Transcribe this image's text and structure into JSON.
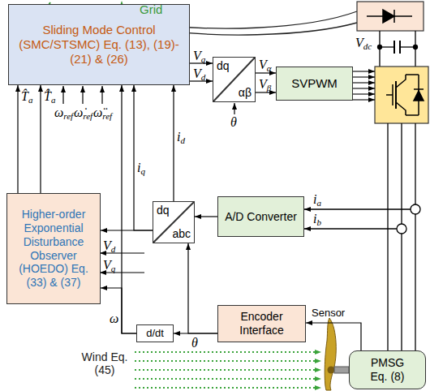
{
  "diagram": {
    "nodes": [
      {
        "text": [
          "Sliding Mode Control (SMC/STSMC) Eq. (13), (19)-(21) & (26)"
        ]
      },
      {
        "text": [
          "dq",
          "αβ"
        ]
      },
      {
        "text": [
          "SVPWM"
        ]
      },
      {
        "text": [
          "Higher-order Exponential Disturbance Observer (HOEDO) Eq. (33) & (37)"
        ]
      },
      {
        "text": [
          "dq",
          "abc"
        ]
      },
      {
        "text": [
          "A/D Converter"
        ]
      },
      {
        "text": [
          "d/dt"
        ]
      },
      {
        "text": [
          "Encoder Interface"
        ]
      },
      {
        "text": [
          "PMSG Eq. (8)"
        ]
      }
    ],
    "edges": [
      {
        "from": 0,
        "to": 1,
        "arrow": "to",
        "label": "Vq"
      },
      {
        "from": 0,
        "to": 1,
        "arrow": "to",
        "label": "Vd"
      },
      {
        "from": 1,
        "to": 2,
        "arrow": "to",
        "label": "Vα"
      },
      {
        "from": 1,
        "to": 2,
        "arrow": "to",
        "label": "Vβ"
      },
      {
        "from": 5,
        "to": 4,
        "arrow": "to"
      },
      {
        "from": 4,
        "to": 0,
        "arrow": "to",
        "label": "id"
      },
      {
        "from": 4,
        "to": 0,
        "arrow": "to",
        "label": "iq"
      },
      {
        "from": 4,
        "to": 3,
        "arrow": "to"
      },
      {
        "from": 3,
        "to": 0,
        "arrow": "to",
        "label": "T̂a"
      },
      {
        "from": 3,
        "to": 0,
        "arrow": "to",
        "label": "T̂̇a"
      },
      {
        "from": 6,
        "to": 3,
        "arrow": "to",
        "label": "ω"
      },
      {
        "from": 6,
        "to": 0,
        "arrow": "to"
      },
      {
        "from": 7,
        "to": 6,
        "arrow": "to"
      },
      {
        "from": 7,
        "to": 4,
        "arrow": "to"
      },
      {
        "from": 8,
        "to": 7,
        "arrow": "to",
        "label": "Sensor"
      }
    ],
    "labels": [
      "Grid",
      "Vdc",
      "θ",
      "ωref",
      "ω̇ref",
      "ω̈ref",
      "Vd",
      "Vq",
      "θ",
      "ia",
      "ib",
      "Wind Eq. (45)"
    ]
  }
}
